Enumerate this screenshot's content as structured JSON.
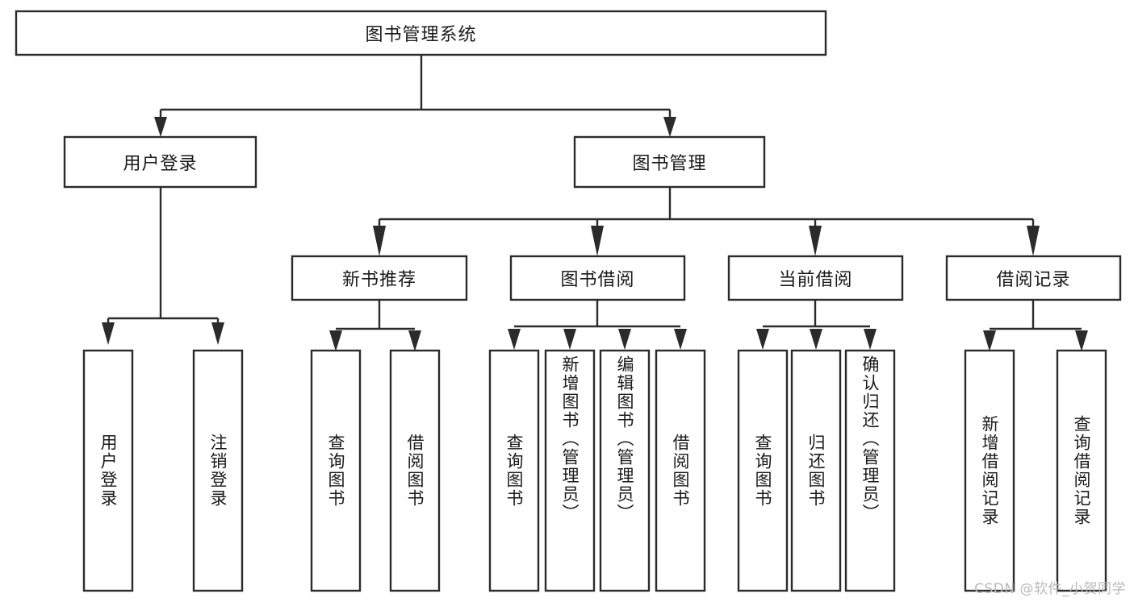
{
  "diagram": {
    "type": "tree-hierarchy-chart",
    "title": "图书管理系统",
    "orientation": "top-down",
    "colors": {
      "box_stroke": "#2b2b2b",
      "box_fill": "#ffffff",
      "connector": "#2b2b2b",
      "text": "#1a1a1a",
      "background": "#ffffff",
      "watermark": "#b9b9b9"
    },
    "root": {
      "label": "图书管理系统"
    },
    "level2": [
      {
        "label": "用户登录"
      },
      {
        "label": "图书管理"
      }
    ],
    "level3": [
      {
        "label": "新书推荐"
      },
      {
        "label": "图书借阅"
      },
      {
        "label": "当前借阅"
      },
      {
        "label": "借阅记录"
      }
    ],
    "leaves": {
      "user_login": [
        {
          "label": "用户登录"
        },
        {
          "label": "注销登录"
        }
      ],
      "new_book_recommend": [
        {
          "label": "查询图书"
        },
        {
          "label": "借阅图书"
        }
      ],
      "book_borrow": [
        {
          "label": "查询图书"
        },
        {
          "label": "新增图书（管理员）"
        },
        {
          "label": "编辑图书（管理员）"
        },
        {
          "label": "借阅图书"
        }
      ],
      "current_borrow": [
        {
          "label": "查询图书"
        },
        {
          "label": "归还图书"
        },
        {
          "label": "确认归还（管理员）"
        }
      ],
      "borrow_records": [
        {
          "label": "新增借阅记录"
        },
        {
          "label": "查询借阅记录"
        }
      ]
    }
  },
  "watermark": {
    "text": "CSDN @软件_小贺同学"
  }
}
